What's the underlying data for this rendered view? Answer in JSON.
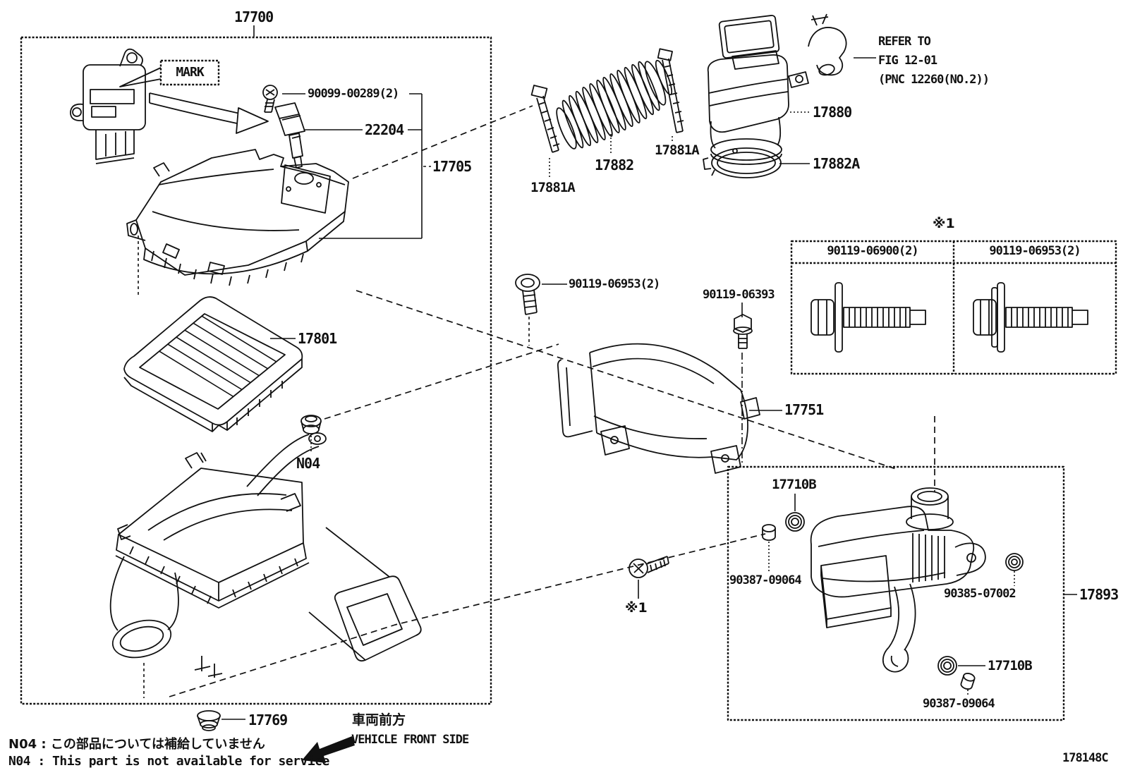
{
  "main_assembly": {
    "label": "17700",
    "mark_label": "MARK",
    "sensor_bolt": "90099-00289(2)",
    "maf_sensor": "22204",
    "cap": "17705",
    "filter": "17801",
    "grommet_note": "N04",
    "case_grommet": "17769"
  },
  "hose_group": {
    "clamp_a": "17881A",
    "hose": "17882",
    "clamp_b": "17881A",
    "air_hose": "17880",
    "clamp_ring": "17882A",
    "refer_note": [
      "REFER TO",
      "FIG 12-01",
      "(PNC 12260(NO.2))"
    ]
  },
  "fastener_table": {
    "ref_mark": "※1",
    "columns": [
      "90119-06900(2)",
      "90119-06953(2)"
    ]
  },
  "duct_group": {
    "bolt_a": "90119-06953(2)",
    "bolt_b": "90119-06393",
    "duct": "17751"
  },
  "resonator_group": {
    "label": "17893",
    "grommet_top": "17710B",
    "collar_top": "90387-09064",
    "side_grommet": "90385-07002",
    "grommet_bottom": "17710B",
    "collar_bottom": "90387-09064",
    "bolt_ref": "※1"
  },
  "notes": {
    "jp": "N04 : この部品については補給していません",
    "en": "N04 : This part is not available for service"
  },
  "direction": {
    "jp": "車両前方",
    "en": "VEHICLE FRONT SIDE"
  },
  "figure_code": "178148C",
  "colors": {
    "line": "#111111",
    "bg": "#ffffff"
  }
}
